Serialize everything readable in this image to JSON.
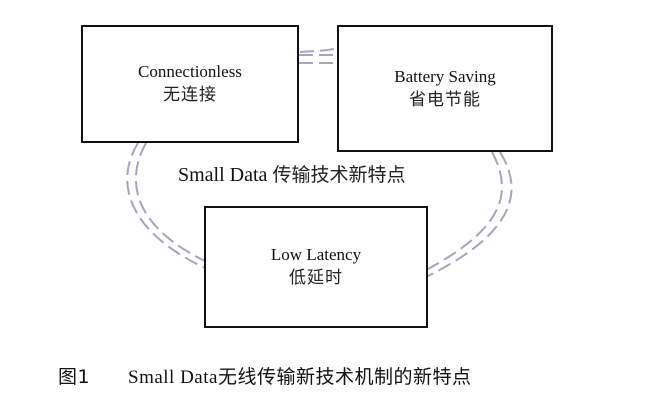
{
  "diagram": {
    "center_label": {
      "en": "Small Data",
      "zh": "传输技术新特点"
    },
    "nodes": [
      {
        "id": "connectionless",
        "en": "Connectionless",
        "zh": "无连接"
      },
      {
        "id": "battery",
        "en": "Battery Saving",
        "zh": "省电节能"
      },
      {
        "id": "latency",
        "en": "Low Latency",
        "zh": "低延时"
      }
    ],
    "ring_color": "#a9a3bd",
    "caption": {
      "figure": "图1",
      "en": "Small Data",
      "zh": "无线传输新技术机制的新特点"
    }
  }
}
